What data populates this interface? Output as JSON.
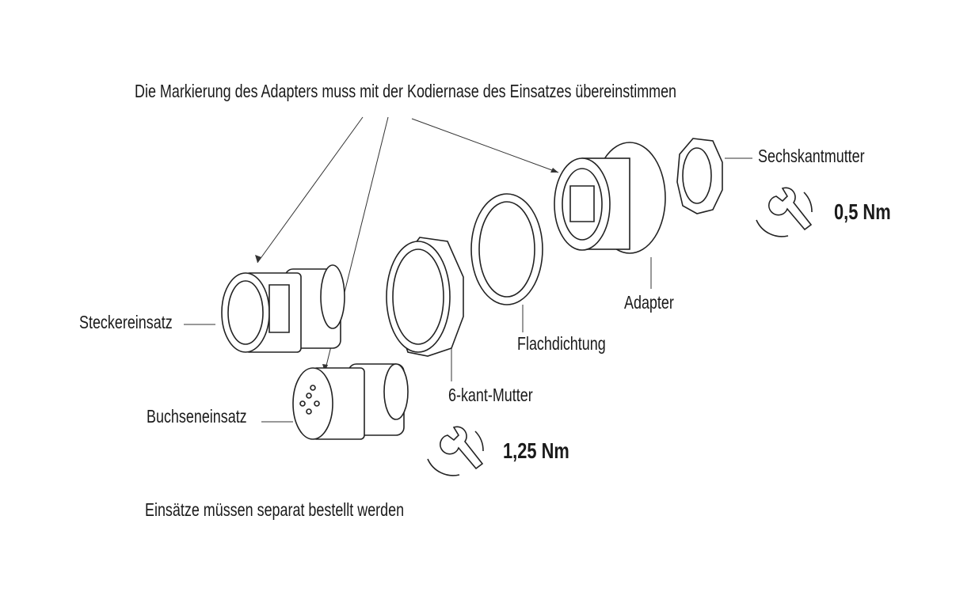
{
  "note_top": "Die Markierung des Adapters muss mit der Kodiernase des Einsatzes übereinstimmen",
  "note_bottom": "Einsätze müssen separat bestellt werden",
  "parts": {
    "hex_nut_small": "Sechskantmutter",
    "adapter": "Adapter",
    "flat_seal": "Flachdichtung",
    "hex_nut": "6-kant-Mutter",
    "plug_insert": "Steckereinsatz",
    "socket_insert": "Buchseneinsatz"
  },
  "torques": {
    "small_nut": "0,5 Nm",
    "hex_nut": "1,25 Nm"
  }
}
